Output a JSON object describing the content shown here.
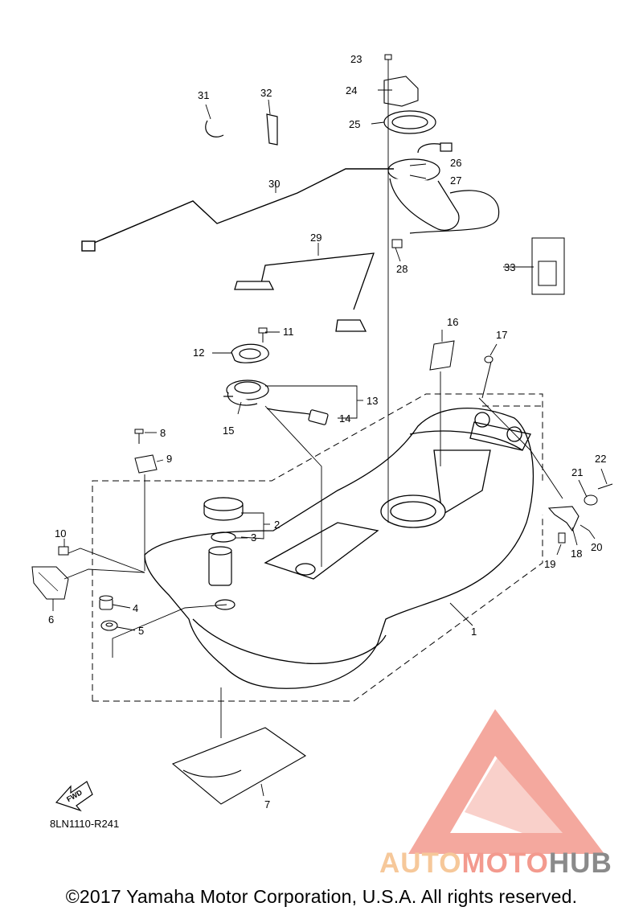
{
  "callouts": [
    {
      "id": "1",
      "label": "1"
    },
    {
      "id": "2",
      "label": "2"
    },
    {
      "id": "3",
      "label": "3"
    },
    {
      "id": "4",
      "label": "4"
    },
    {
      "id": "5",
      "label": "5"
    },
    {
      "id": "6",
      "label": "6"
    },
    {
      "id": "7",
      "label": "7"
    },
    {
      "id": "8",
      "label": "8"
    },
    {
      "id": "9",
      "label": "9"
    },
    {
      "id": "10",
      "label": "10"
    },
    {
      "id": "11",
      "label": "11"
    },
    {
      "id": "12",
      "label": "12"
    },
    {
      "id": "13",
      "label": "13"
    },
    {
      "id": "14",
      "label": "14"
    },
    {
      "id": "15",
      "label": "15"
    },
    {
      "id": "16",
      "label": "16"
    },
    {
      "id": "17",
      "label": "17"
    },
    {
      "id": "18",
      "label": "18"
    },
    {
      "id": "19",
      "label": "19"
    },
    {
      "id": "20",
      "label": "20"
    },
    {
      "id": "21",
      "label": "21"
    },
    {
      "id": "22",
      "label": "22"
    },
    {
      "id": "23",
      "label": "23"
    },
    {
      "id": "24",
      "label": "24"
    },
    {
      "id": "25",
      "label": "25"
    },
    {
      "id": "26",
      "label": "26"
    },
    {
      "id": "27",
      "label": "27"
    },
    {
      "id": "28",
      "label": "28"
    },
    {
      "id": "29",
      "label": "29"
    },
    {
      "id": "30",
      "label": "30"
    },
    {
      "id": "31",
      "label": "31"
    },
    {
      "id": "32",
      "label": "32"
    },
    {
      "id": "33",
      "label": "33"
    }
  ],
  "fwd_label": "FWD",
  "diagram_code": "8LN1110-R241",
  "copyright": "©2017 Yamaha Motor Corporation, U.S.A. All rights reserved.",
  "watermark": {
    "part1": "AUTO",
    "part2": "MOTO",
    "part3": "HUB",
    "color_light": "#f6c89a",
    "color_main": "#f39a8e",
    "color_dark": "#8a8a8a"
  }
}
